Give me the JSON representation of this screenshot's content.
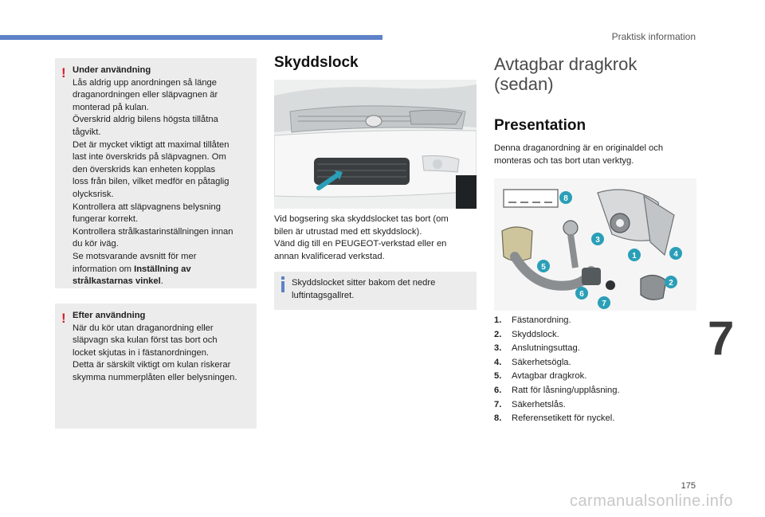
{
  "header": {
    "section_name": "Praktisk information",
    "accent_color": "#5d82c7"
  },
  "left_column": {
    "warning_during_use": {
      "title": "Under användning",
      "lines": [
        "Lås aldrig upp anordningen så länge",
        "draganordningen eller släpvagnen är",
        "monterad på kulan.",
        "Överskrid aldrig bilens högsta tillåtna",
        "tågvikt.",
        "Det är mycket viktigt att maximal tillåten",
        "last inte överskrids på släpvagnen. Om",
        "den överskrids kan enheten kopplas",
        "loss från bilen, vilket medför en påtaglig",
        "olycksrisk.",
        "Kontrollera att släpvagnens belysning",
        "fungerar korrekt.",
        "Kontrollera strålkastarinställningen innan",
        "du kör iväg.",
        "Se motsvarande avsnitt för mer"
      ],
      "ref_prefix": "information om ",
      "ref_bold_1": "Inställning av",
      "ref_bold_2": "strålkastarnas vinkel",
      "ref_suffix": "."
    },
    "warning_after_use": {
      "title": "Efter användning",
      "lines": [
        "När du kör utan draganordning eller",
        "släpvagn ska kulan först tas bort och",
        "locket skjutas in i fästanordningen.",
        "Detta är särskilt viktigt om kulan riskerar",
        "skymma nummerplåten eller belysningen."
      ]
    },
    "warning_color": "#d4202a"
  },
  "middle_column": {
    "heading": "Skyddslock",
    "paragraph": [
      "Vid bogsering ska skyddslocket tas bort (om",
      "bilen är utrustad med ett skyddslock).",
      "Vänd dig till en PEUGEOT-verkstad eller en",
      "annan kvalificerad verkstad."
    ],
    "info_note": [
      "Skyddslocket sitter bakom det nedre",
      "luftintagsgallret."
    ]
  },
  "right_column": {
    "title_line_1": "Avtagbar dragkrok",
    "title_line_2": "(sedan)",
    "heading": "Presentation",
    "paragraph": [
      "Denna draganordning är en originaldel och",
      "monteras och tas bort utan verktyg."
    ],
    "diagram_badges": [
      "8",
      "3",
      "1",
      "4",
      "5",
      "2",
      "6",
      "7"
    ],
    "legend": [
      {
        "num": "1.",
        "label": "Fästanordning."
      },
      {
        "num": "2.",
        "label": "Skyddslock."
      },
      {
        "num": "3.",
        "label": "Anslutningsuttag."
      },
      {
        "num": "4.",
        "label": "Säkerhetsögla."
      },
      {
        "num": "5.",
        "label": "Avtagbar dragkrok."
      },
      {
        "num": "6.",
        "label": "Ratt för låsning/upplåsning."
      },
      {
        "num": "7.",
        "label": "Säkerhetslås."
      },
      {
        "num": "8.",
        "label": "Referensetikett för nyckel."
      }
    ]
  },
  "footer": {
    "chapter_number": "7",
    "page_number": "175",
    "watermark": "carmanualsonline.info"
  }
}
